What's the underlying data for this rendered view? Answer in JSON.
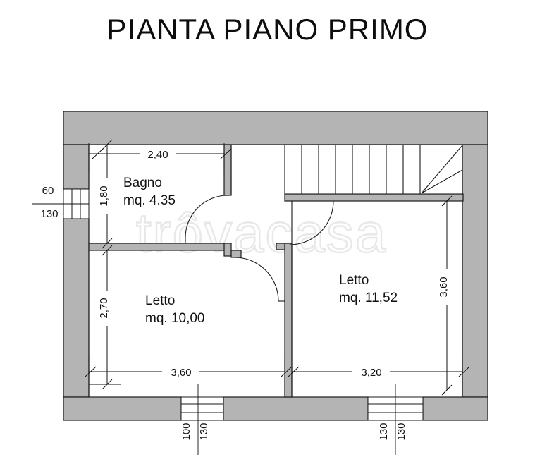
{
  "title": "PIANTA PIANO PRIMO",
  "watermark": "trôvacasa",
  "colors": {
    "wall_fill": "#b4b4b4",
    "wall_stroke": "#1a1a1a",
    "line": "#111111",
    "background": "#ffffff",
    "watermark": "#e8e8e8"
  },
  "rooms": [
    {
      "name": "Bagno",
      "area": "mq. 4.35"
    },
    {
      "name": "Letto",
      "area": "mq. 10,00"
    },
    {
      "name": "Letto",
      "area": "mq. 11,52"
    }
  ],
  "dimensions": {
    "bagno_width": "2,40",
    "bagno_height": "1,80",
    "left_bed_height": "2,70",
    "left_bed_width": "3,60",
    "right_bed_width": "3,20",
    "right_bed_height": "3,60",
    "left_window_upper": "60",
    "left_window_lower": "130",
    "bottom_left_a": "100",
    "bottom_left_b": "130",
    "bottom_right_a": "130",
    "bottom_right_b": "130"
  }
}
